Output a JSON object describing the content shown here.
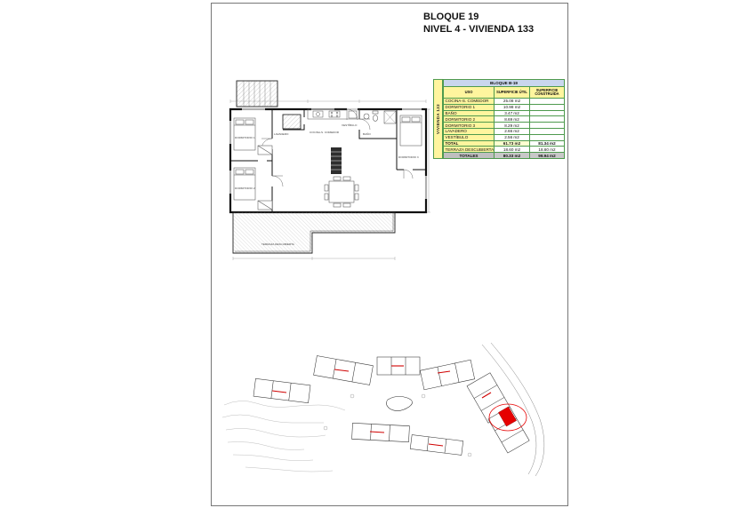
{
  "title": {
    "line1": "BLOQUE 19",
    "line2": "NIVEL 4 - VIVIENDA 133"
  },
  "areas_table": {
    "block_header": "BLOQUE B-19",
    "vertical_label": "VIVIENDA 133",
    "col_uso": "USO",
    "col_util": "SUPERFICIE ÚTIL",
    "col_construida": "SUPERFICIE CONSTRUIDA",
    "rows": [
      {
        "uso": "COCINA-S. COMEDOR",
        "util": "25.08 m2"
      },
      {
        "uso": "DORMITORIO 1",
        "util": "10.98 m2"
      },
      {
        "uso": "BAÑO",
        "util": "3.47 m2"
      },
      {
        "uso": "DORMITORIO 2",
        "util": "8.69 m2"
      },
      {
        "uso": "DORMITORIO 3",
        "util": "8.29 m2"
      },
      {
        "uso": "LAVADERO",
        "util": "2.66 m2"
      },
      {
        "uso": "VESTÍBULO",
        "util": "2.56 m2"
      }
    ],
    "total": {
      "uso": "TOTAL",
      "util": "61.73 m2",
      "construida": "81.34 m2"
    },
    "terraza": {
      "uso": "TERRAZA DESCUBIERTA",
      "util": "18.60 m2",
      "construida": "18.60 m2"
    },
    "totales": {
      "uso": "TOTALES",
      "util": "80.33 m2",
      "construida": "99.94 m2"
    }
  },
  "floorplan": {
    "labels": {
      "dorm1": "DORMITORIO 1",
      "dorm2": "DORMITORIO 2",
      "dorm3": "DORMITORIO 3",
      "banio": "BAÑO",
      "cocina": "COCINA-S. COMEDOR",
      "vestibulo": "VESTÍBULO",
      "lavadero": "LAVADERO",
      "terraza": "TERRAZA DESCUBIERTA"
    }
  },
  "colors": {
    "highlight_red": "#e60000",
    "table_border_green": "#4e9a4e",
    "header_blue": "#c9d6ee",
    "cell_yellow": "#fff59e",
    "totales_gray": "#c8c8c8"
  }
}
